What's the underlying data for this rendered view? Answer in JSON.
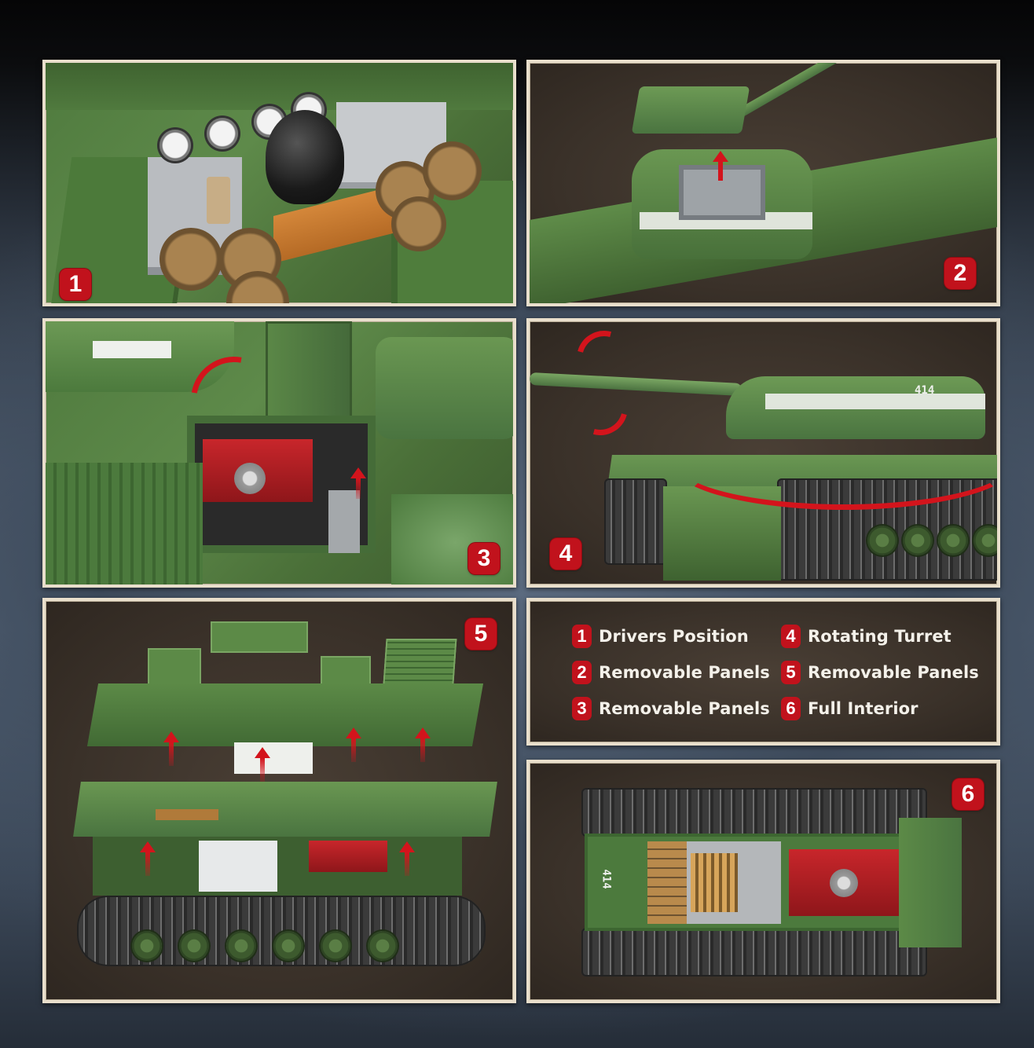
{
  "panels": [
    {
      "id": 1,
      "badge": "1",
      "caption": "Drivers Position",
      "scene": "driver-compartment-interior"
    },
    {
      "id": 2,
      "badge": "2",
      "caption": "Removable Panels",
      "scene": "turret-hatch-lifted"
    },
    {
      "id": 3,
      "badge": "3",
      "caption": "Removable Panels",
      "scene": "engine-bay-open"
    },
    {
      "id": 4,
      "badge": "4",
      "caption": "Rotating Turret",
      "scene": "tank-turret-rotation"
    },
    {
      "id": 5,
      "badge": "5",
      "caption": "Removable Panels",
      "scene": "exploded-hull-panels"
    },
    {
      "id": 6,
      "badge": "6",
      "caption": "Full Interior",
      "scene": "top-down-interior"
    }
  ],
  "legend": {
    "items": [
      {
        "num": "1",
        "label": "Drivers Position"
      },
      {
        "num": "4",
        "label": "Rotating Turret"
      },
      {
        "num": "2",
        "label": "Removable Panels"
      },
      {
        "num": "5",
        "label": "Removable Panels"
      },
      {
        "num": "3",
        "label": "Removable Panels"
      },
      {
        "num": "6",
        "label": "Full Interior"
      }
    ]
  },
  "markings": {
    "hull_number": "414"
  },
  "colors": {
    "badge_red": "#c1121c",
    "frame_cream": "#e9dfcc",
    "panel_brown": "#3a3129",
    "tank_green": "#5e8a4a",
    "text_white": "#f4f1ea"
  }
}
